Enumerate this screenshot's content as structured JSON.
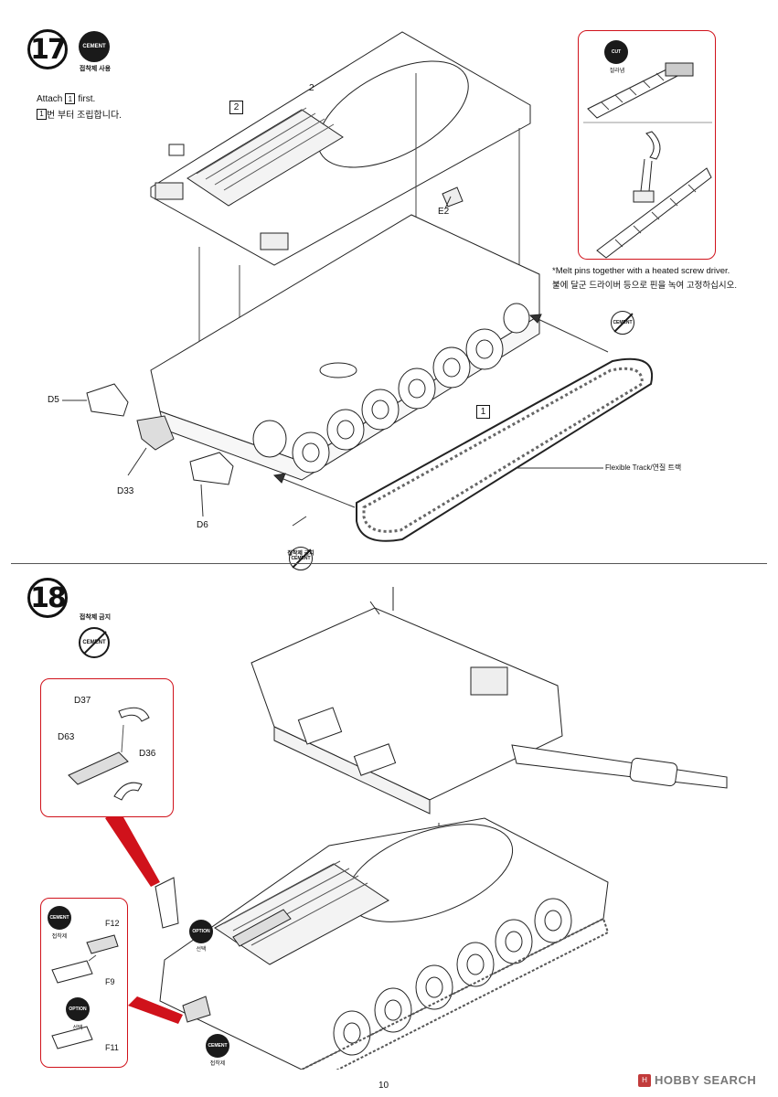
{
  "step17": {
    "number": "17",
    "cement_label": "CEMENT",
    "cement_caption": "접착제 사용",
    "instruction_en_pre": "Attach",
    "instruction_en_num": "1",
    "instruction_en_post": "first.",
    "instruction_ko_num": "1",
    "instruction_ko_post": "번 부터 조립합니다.",
    "part_box_2": "2",
    "part_label_2": "2",
    "part_box_1": "1",
    "parts": {
      "e2": "E2",
      "d5": "D5",
      "d33": "D33",
      "d6": "D6"
    },
    "flexible_track": "Flexible Track/연질 트랙",
    "no_cement_label": "CEMENT",
    "no_cement_caption": "접착제 금지",
    "inset": {
      "cut_label": "CUT",
      "cut_caption": "절라냄",
      "note_en": "*Melt pins together with a heated screw driver.",
      "note_ko": "불에 달군 드라이버 등으로 핀을 녹여 고정하십시오."
    }
  },
  "step18": {
    "number": "18",
    "no_cement_label": "CEMENT",
    "no_cement_caption": "접착제 금지",
    "inset_parts": {
      "d37": "D37",
      "d63": "D63",
      "d36": "D36"
    },
    "option_label": "OPTION",
    "option_caption": "선택",
    "left_inset": {
      "cement_label": "CEMENT",
      "cement_caption": "접착제",
      "f12": "F12",
      "f9": "F9",
      "option_label": "OPTION",
      "option_caption": "선택",
      "f11": "F11"
    },
    "bottom_cement_label": "CEMENT",
    "bottom_cement_caption": "접착제"
  },
  "footer": {
    "page_number": "10",
    "watermark": "HOBBY SEARCH"
  },
  "colors": {
    "red": "#d0121b",
    "ink": "#1a1a1a"
  }
}
